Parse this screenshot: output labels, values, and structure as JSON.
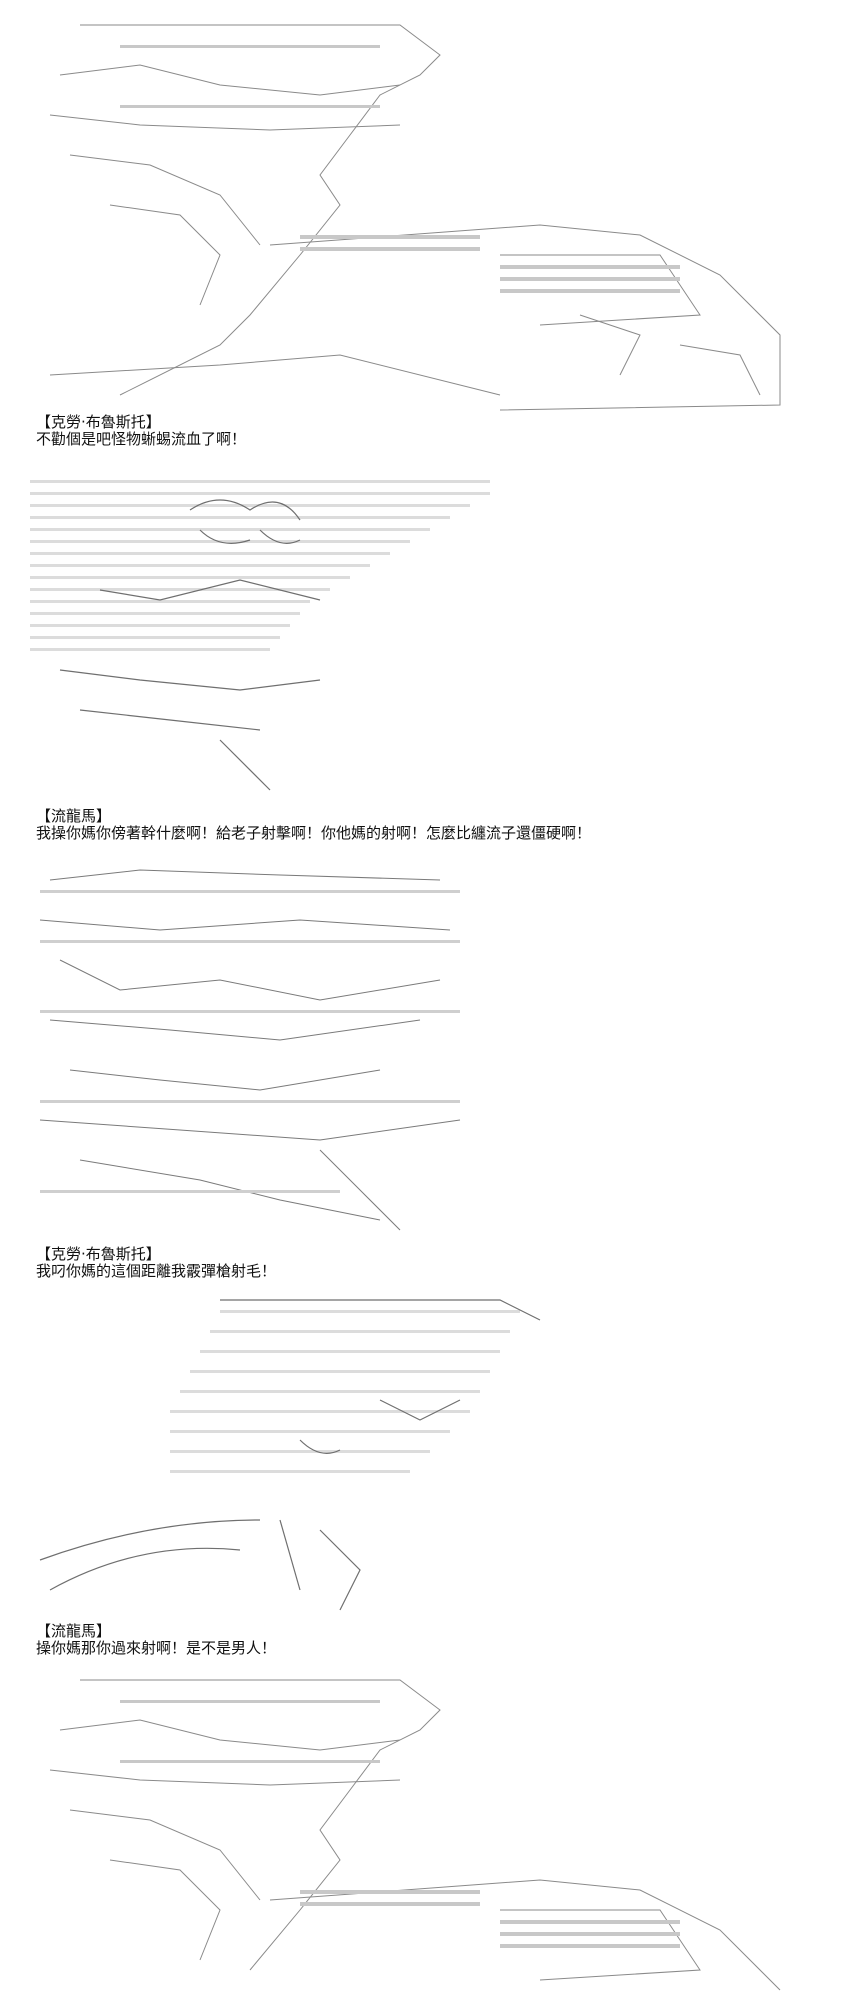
{
  "dialogue": [
    {
      "speaker": "【克勞·布魯斯托】",
      "line": "不勸個是吧怪物蜥蜴流血了啊！"
    },
    {
      "speaker": "【流龍馬】",
      "line": "我操你媽你傍著幹什麼啊！給老子射擊啊！你他媽的射啊！怎麼比纏流子還僵硬啊！"
    },
    {
      "speaker": "【克勞·布魯斯托】",
      "line": "我叼你媽的這個距離我霰彈槍射毛！"
    },
    {
      "speaker": "【流龍馬】",
      "line": "操你媽那你過來射啊！是不是男人！"
    }
  ],
  "colors": {
    "ink": "#111111",
    "art": "#8a8a8a",
    "background": "#ffffff"
  }
}
